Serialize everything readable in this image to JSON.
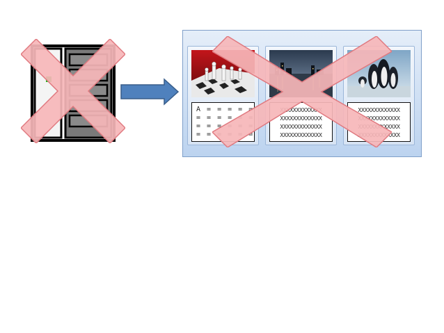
{
  "cards": [
    {
      "image": "chess-pieces-photo",
      "lines": [
        "A = = = = = =",
        "= = = = = = =",
        "= = = = = = =",
        "= = = = = = ="
      ]
    },
    {
      "image": "city-night-skyline-photo",
      "lines": [
        "XXXXXXXXXXXXX",
        "XXXXXXXXXXXXX",
        "XXXXXXXXXXXXX",
        "XXXXXXXXXXXXX"
      ]
    },
    {
      "image": "penguins-photo",
      "lines": [
        "XXXXXXXXXXXXX",
        "XXXXXXXXXXXXX",
        "XXXXXXXXXXXXX",
        "XXXXXXXXXXXXX"
      ]
    }
  ],
  "icons": {
    "left": "server-rack-icon",
    "arrow": "right-arrow-icon",
    "cross": "red-x-icon"
  },
  "colors": {
    "cross_fill": "#f6b6b9",
    "cross_stroke": "#e07a80",
    "arrow_fill": "#4f81bd",
    "panel_border": "#7f9fc9"
  }
}
